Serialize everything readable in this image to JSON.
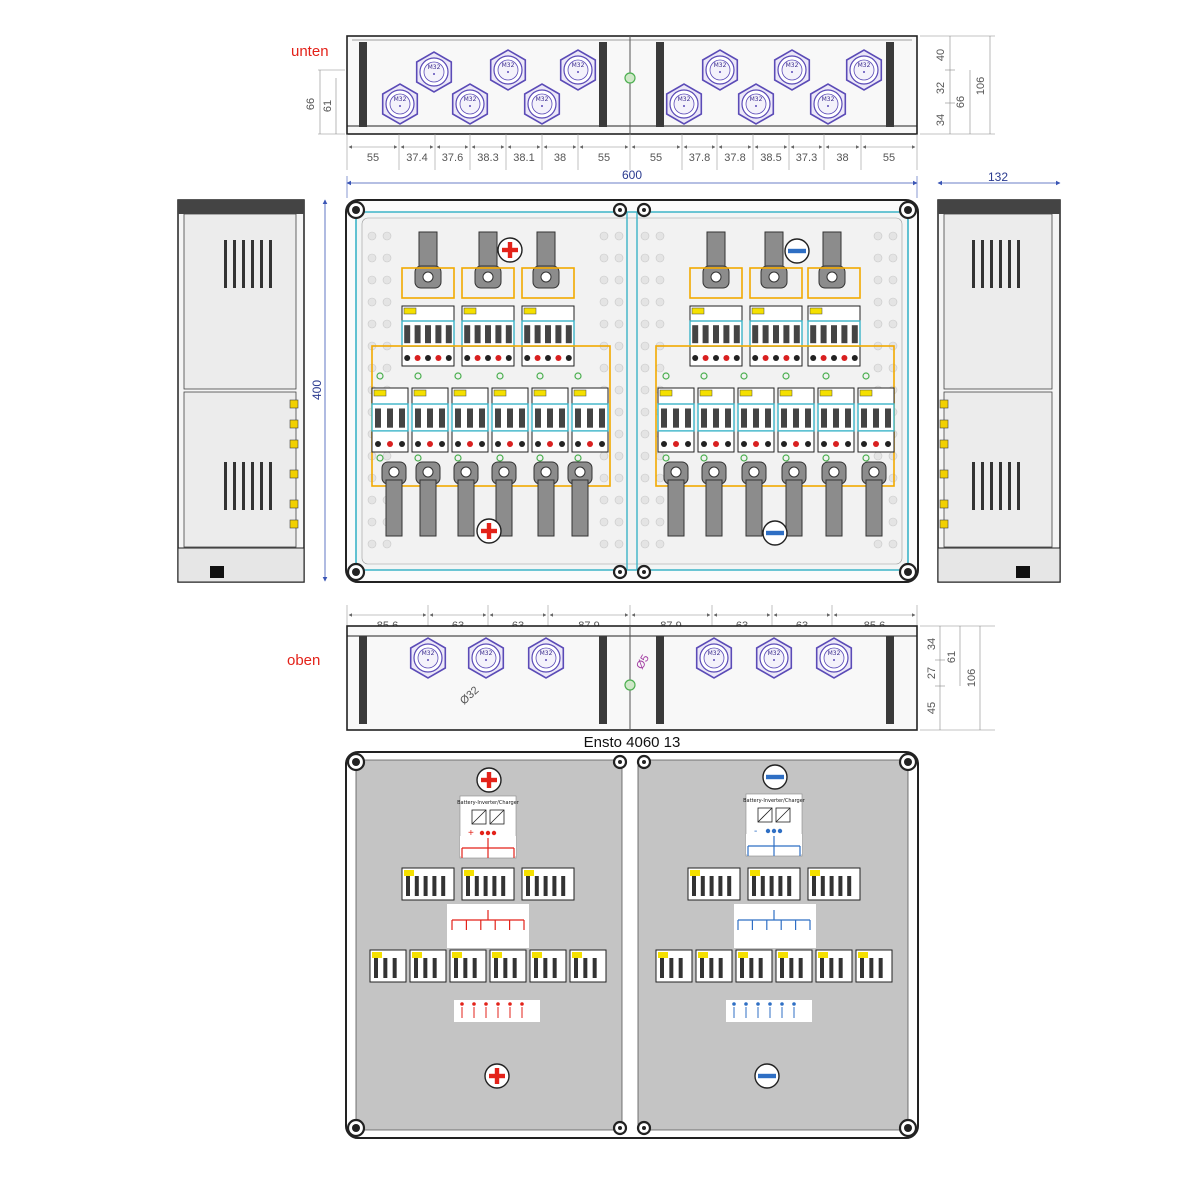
{
  "colors": {
    "outline": "#222222",
    "gland": "#5b4bb7",
    "gland_fill": "#ece8f8",
    "dim": "#666666",
    "blue_dim": "#3a55b5",
    "label_red": "#e32219",
    "plus_red": "#e32219",
    "minus_blue": "#2f6fc4",
    "yellow_wire": "#f2a900",
    "cyan": "#3cb4c8",
    "cover_gray": "#c4c4c4",
    "lug_gray": "#8c8c8c",
    "green_dot": "#4caf50"
  },
  "bottom_view": {
    "label": "unten",
    "gland_text": "M32",
    "horizontal_dims": [
      "55",
      "37.4",
      "37.6",
      "38.3",
      "38.1",
      "38",
      "55",
      "55",
      "37.8",
      "37.8",
      "38.5",
      "37.3",
      "38",
      "55"
    ],
    "right_dims": [
      "40",
      "32",
      "34",
      "66",
      "106"
    ],
    "left_dims": [
      "66",
      "61"
    ]
  },
  "front_view": {
    "width_dim": "600",
    "height_dim": "400",
    "side_width_dim": "132"
  },
  "top_view": {
    "label": "oben",
    "gland_text": "M32",
    "horizontal_dims": [
      "85.6",
      "63",
      "63",
      "87.9",
      "87.9",
      "63",
      "63",
      "85.6"
    ],
    "right_dims": [
      "34",
      "27",
      "45",
      "61",
      "106"
    ],
    "diameter_big": "Ø32",
    "diameter_small": "Ø5"
  },
  "cover_view": {
    "title": "Ensto 4060 13",
    "panel_title": "Battery-Inverter/Charger",
    "plus_sign": "+",
    "minus_sign": "-"
  }
}
